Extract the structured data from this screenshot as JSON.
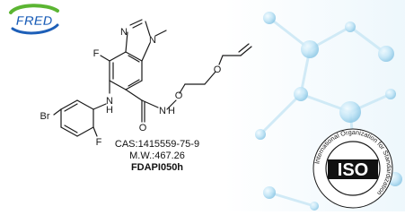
{
  "logo": {
    "text": "FRED",
    "colors": {
      "green": "#5bb532",
      "blue": "#1d5fb8"
    }
  },
  "compound": {
    "cas": "CAS:1415559-75-9",
    "mw": "M.W.:467.26",
    "code": "FDAPI050h"
  },
  "structure_labels": {
    "n_ring_top": "N",
    "n_methyl": "N",
    "f_ring": "F",
    "br": "Br",
    "nh_aniline": "N",
    "h_aniline": "H",
    "f_aryl": "F",
    "o_carbonyl": "O",
    "nh_amide": "N",
    "h_amide": "H",
    "o_oxy": "O",
    "o_ether": "O"
  },
  "seal": {
    "text": "ISO",
    "ring_text": "International Organization for Standardization"
  }
}
